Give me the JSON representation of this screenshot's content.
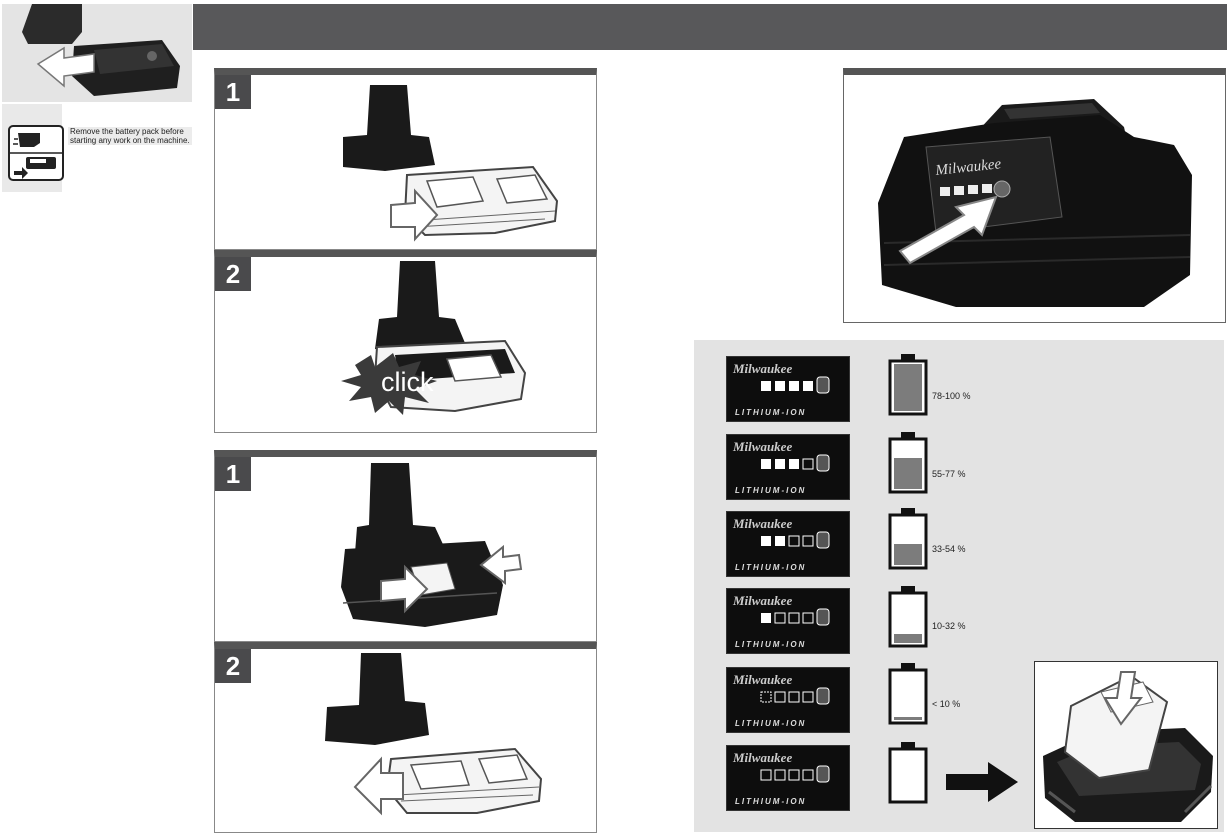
{
  "warning": {
    "text": "Remove the battery pack before starting any work on the machine."
  },
  "panels": [
    {
      "step": "1"
    },
    {
      "step": "2",
      "sound": "click"
    },
    {
      "step": "1"
    },
    {
      "step": "2"
    }
  ],
  "battery_label": {
    "brand": "Milwaukee",
    "chemistry": "LITHIUM-ION"
  },
  "gauge_levels": [
    {
      "percent": "78-100 %",
      "fill": 1.0
    },
    {
      "percent": "55-77 %",
      "fill": 0.66
    },
    {
      "percent": "33-54 %",
      "fill": 0.44
    },
    {
      "percent": "10-32 %",
      "fill": 0.2
    },
    {
      "percent": "< 10 %",
      "fill": 0.07
    },
    {
      "percent": "",
      "fill": 0.0
    }
  ],
  "colors": {
    "header_bar": "#58585a",
    "step_badge": "#4a4a4c",
    "gauge_fill_gray": "#7c7c7c",
    "gauge_fill_low": "#7c7c7c"
  }
}
